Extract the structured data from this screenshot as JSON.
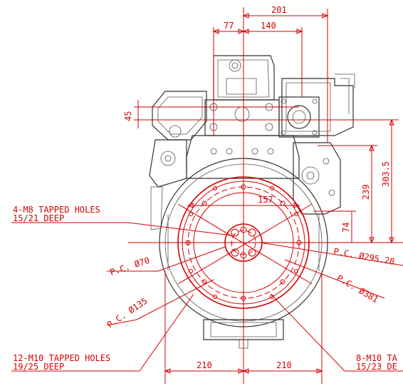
{
  "dimensions": {
    "top_201": "201",
    "top_77": "77",
    "top_140": "140",
    "left_45": "45",
    "right_303_5": "303.5",
    "right_239": "239",
    "center_157": "157",
    "right_74": "74",
    "bottom_left_210": "210",
    "bottom_right_210": "210"
  },
  "callouts": {
    "m8_line1": "4-M8 TAPPED HOLES",
    "m8_line2": "15/21 DEEP",
    "m10_12_line1": "12-M10 TAPPED HOLES",
    "m10_12_line2": "19/25 DEEP",
    "m10_8_line1": "8-M10 TA",
    "m10_8_line2": "15/23 DE"
  },
  "pitch_circles": {
    "pc70": "P.C. Ø70",
    "pc135": "P.C. Ø135",
    "pc295": "P.C. Ø295.28",
    "pc381": "P.C. Ø381"
  },
  "colors": {
    "annotation": "#d60000",
    "engine_lines": "#555555"
  }
}
